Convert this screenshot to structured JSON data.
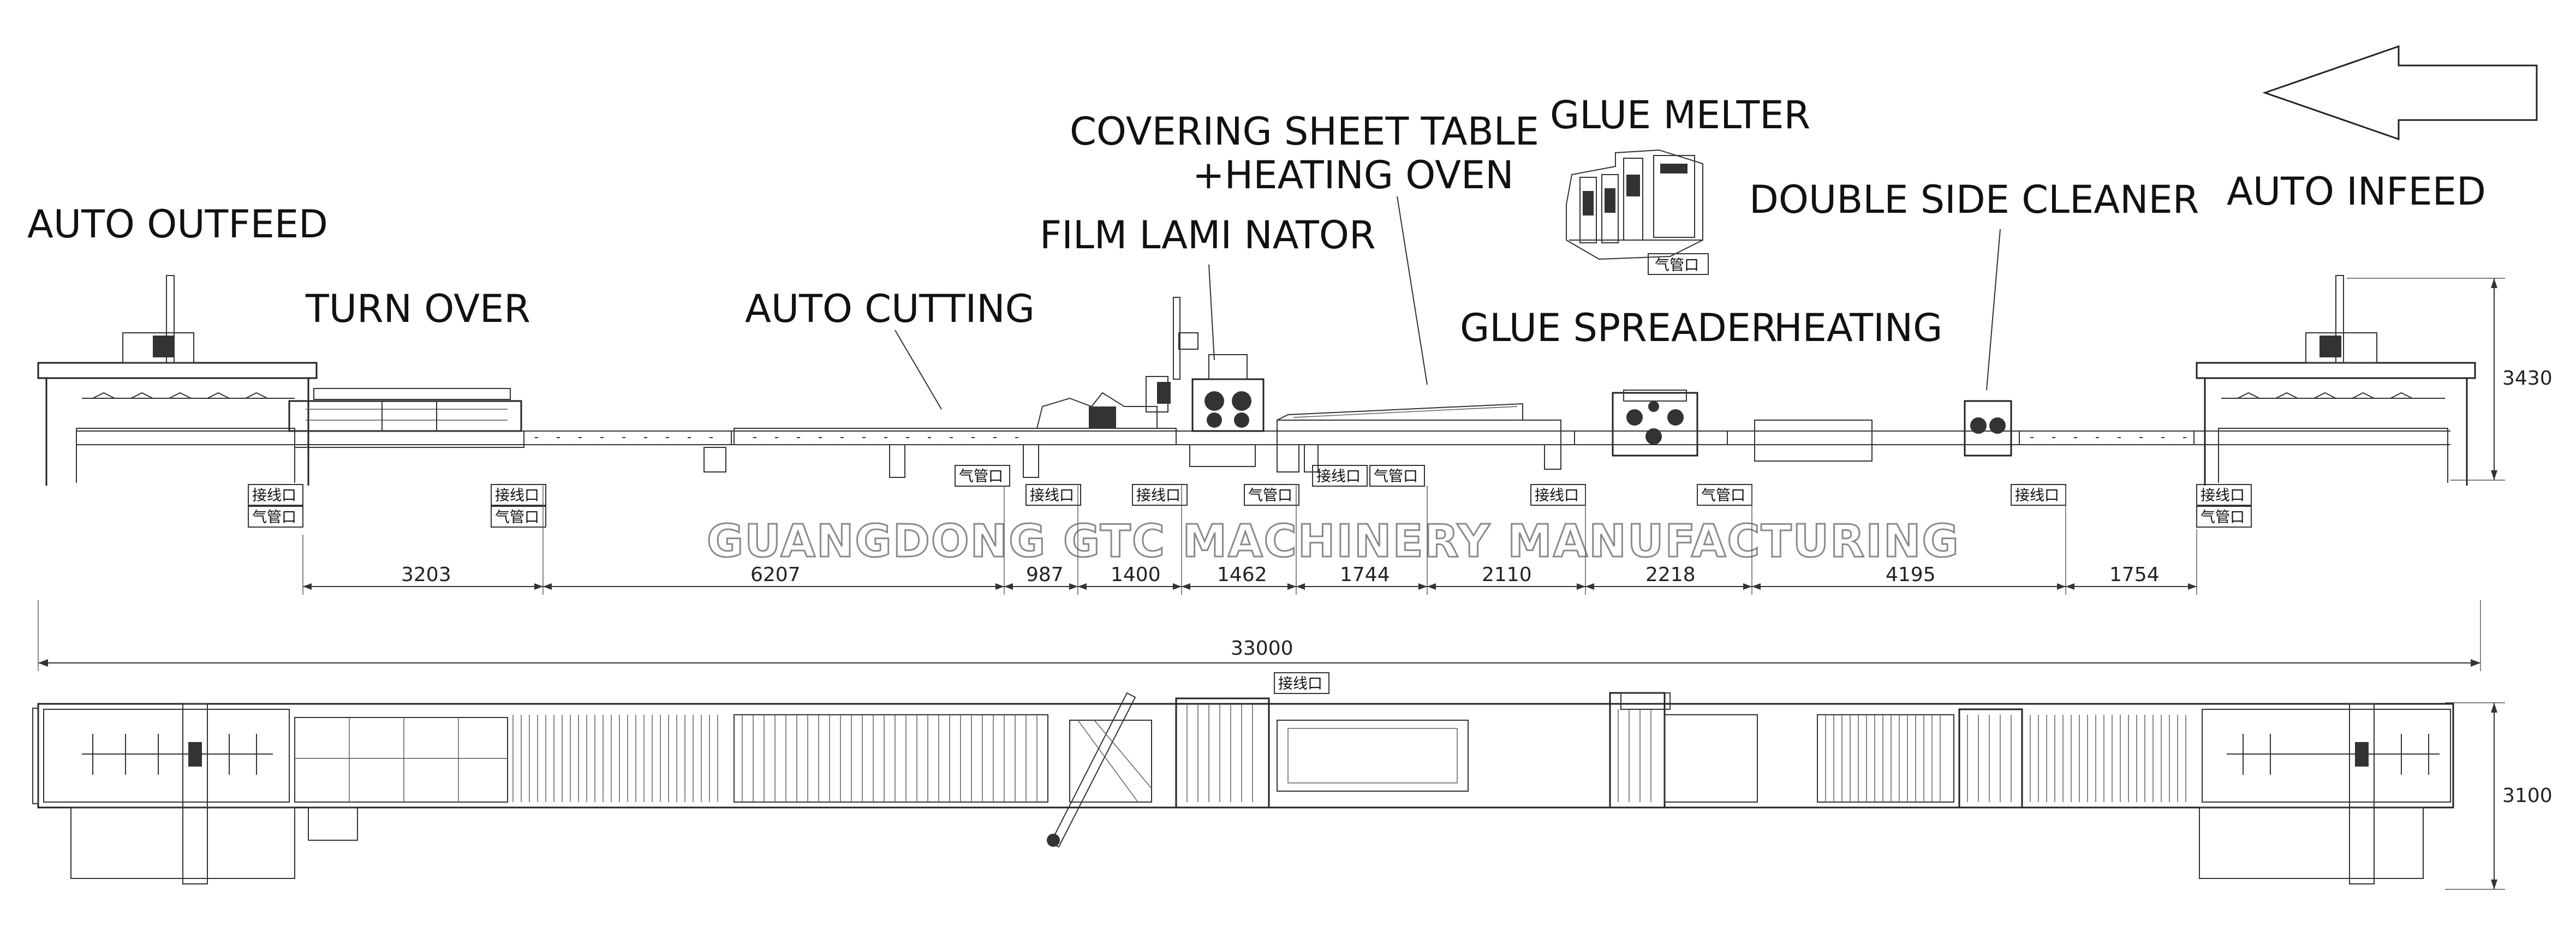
{
  "labels": {
    "auto_outfeed": "AUTO OUTFEED",
    "turn_over": "TURN OVER",
    "auto_cutting": "AUTO CUTTING",
    "film_laminator": "FILM LAMI NATOR",
    "covering_table_1": "COVERING SHEET TABLE",
    "covering_table_2": "+HEATING OVEN",
    "glue_melter": "GLUE MELTER",
    "glue_spreader": "GLUE SPREADER",
    "heating": "HEATING",
    "double_side_cleaner": "DOUBLE SIDE CLEANER",
    "auto_infeed": "AUTO INFEED"
  },
  "watermark": "GUANGDONG GTC MACHINERY MANUFACTURING",
  "tags": {
    "wire_port": "接线口",
    "air_port": "气管口"
  },
  "dimensions": {
    "segments": [
      "3203",
      "6207",
      "987",
      "1400",
      "1462",
      "1744",
      "2110",
      "2218",
      "4195",
      "1754"
    ],
    "total": "33000",
    "side_height": "3430",
    "plan_width": "3100"
  },
  "colors": {
    "line": "#222222",
    "watermark_stroke": "#8a8a8a",
    "background": "#ffffff"
  }
}
